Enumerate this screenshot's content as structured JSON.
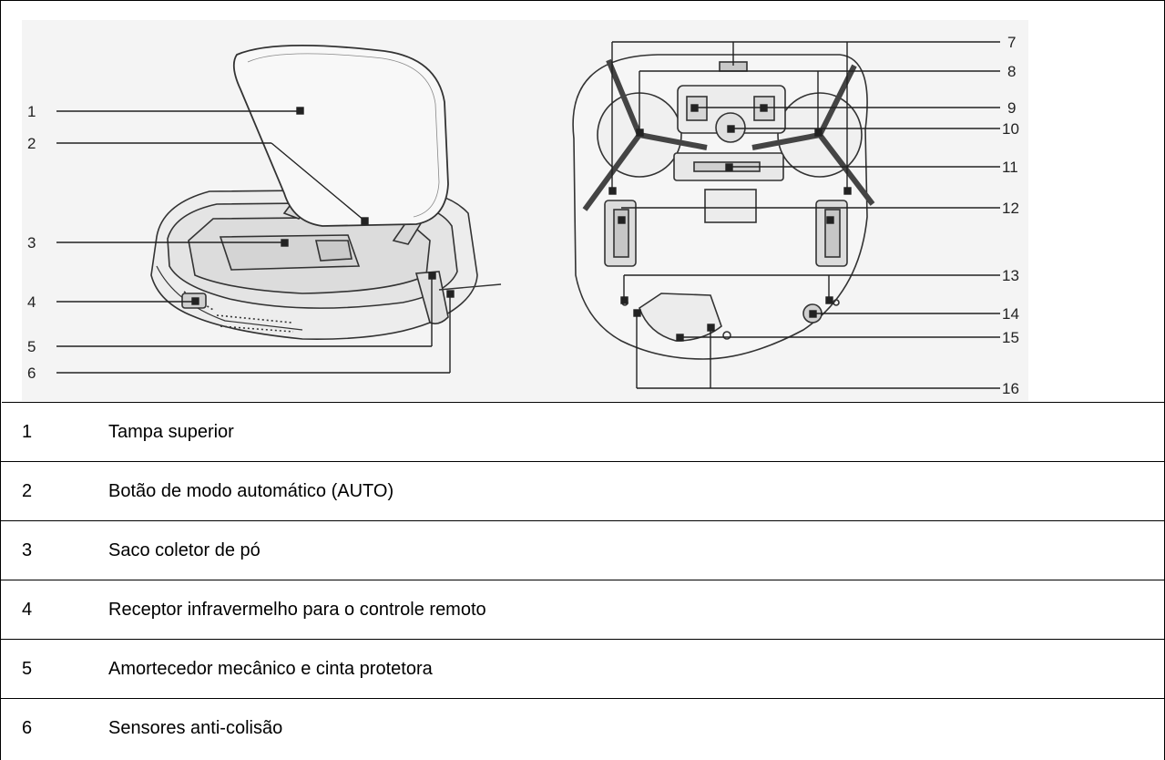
{
  "figure": {
    "left_callouts": [
      "1",
      "2",
      "3",
      "4",
      "5",
      "6"
    ],
    "right_callouts": [
      "7",
      "8",
      "9",
      "10",
      "11",
      "12",
      "13",
      "14",
      "15",
      "16"
    ]
  },
  "legend": [
    {
      "number": "1",
      "label": "Tampa superior"
    },
    {
      "number": "2",
      "label": "Botão de modo automático (AUTO)"
    },
    {
      "number": "3",
      "label": "Saco coletor de pó"
    },
    {
      "number": "4",
      "label": "Receptor infravermelho para o controle remoto"
    },
    {
      "number": "5",
      "label": "Amortecedor mecânico e cinta protetora"
    },
    {
      "number": "6",
      "label": "Sensores anti-colisão"
    }
  ]
}
